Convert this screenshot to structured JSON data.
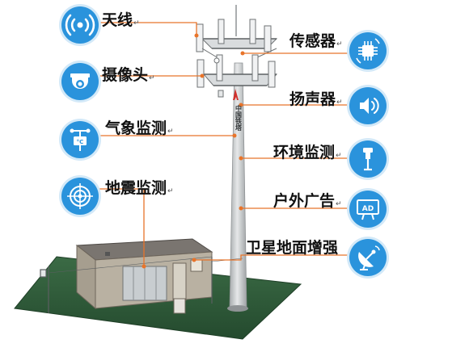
{
  "features": {
    "antenna": {
      "label": "天线",
      "icon": "antenna-signal-icon"
    },
    "camera": {
      "label": "摄像头",
      "icon": "dome-camera-icon"
    },
    "weather": {
      "label": "气象监测",
      "icon": "weather-station-icon"
    },
    "seismic": {
      "label": "地震监测",
      "icon": "seismic-target-icon"
    },
    "sensor": {
      "label": "传感器",
      "icon": "sensor-chip-icon"
    },
    "speaker": {
      "label": "扬声器",
      "icon": "speaker-icon"
    },
    "environment": {
      "label": "环境监测",
      "icon": "environment-probe-icon"
    },
    "ads": {
      "label": "户外广告",
      "icon": "ad-board-icon"
    },
    "satellite": {
      "label": "卫星地面增强",
      "icon": "satellite-dish-icon"
    }
  },
  "tower": {
    "brand_text": "中国铁塔"
  },
  "weather_icon_text": "°C",
  "ad_icon_text": "AD",
  "paragraph_mark": "↵",
  "colors": {
    "callout_blue": "#2a93dc",
    "leader_orange": "#e8742a",
    "grass_green": "#2f5d3a",
    "tower_gray": "#c9ccce"
  }
}
